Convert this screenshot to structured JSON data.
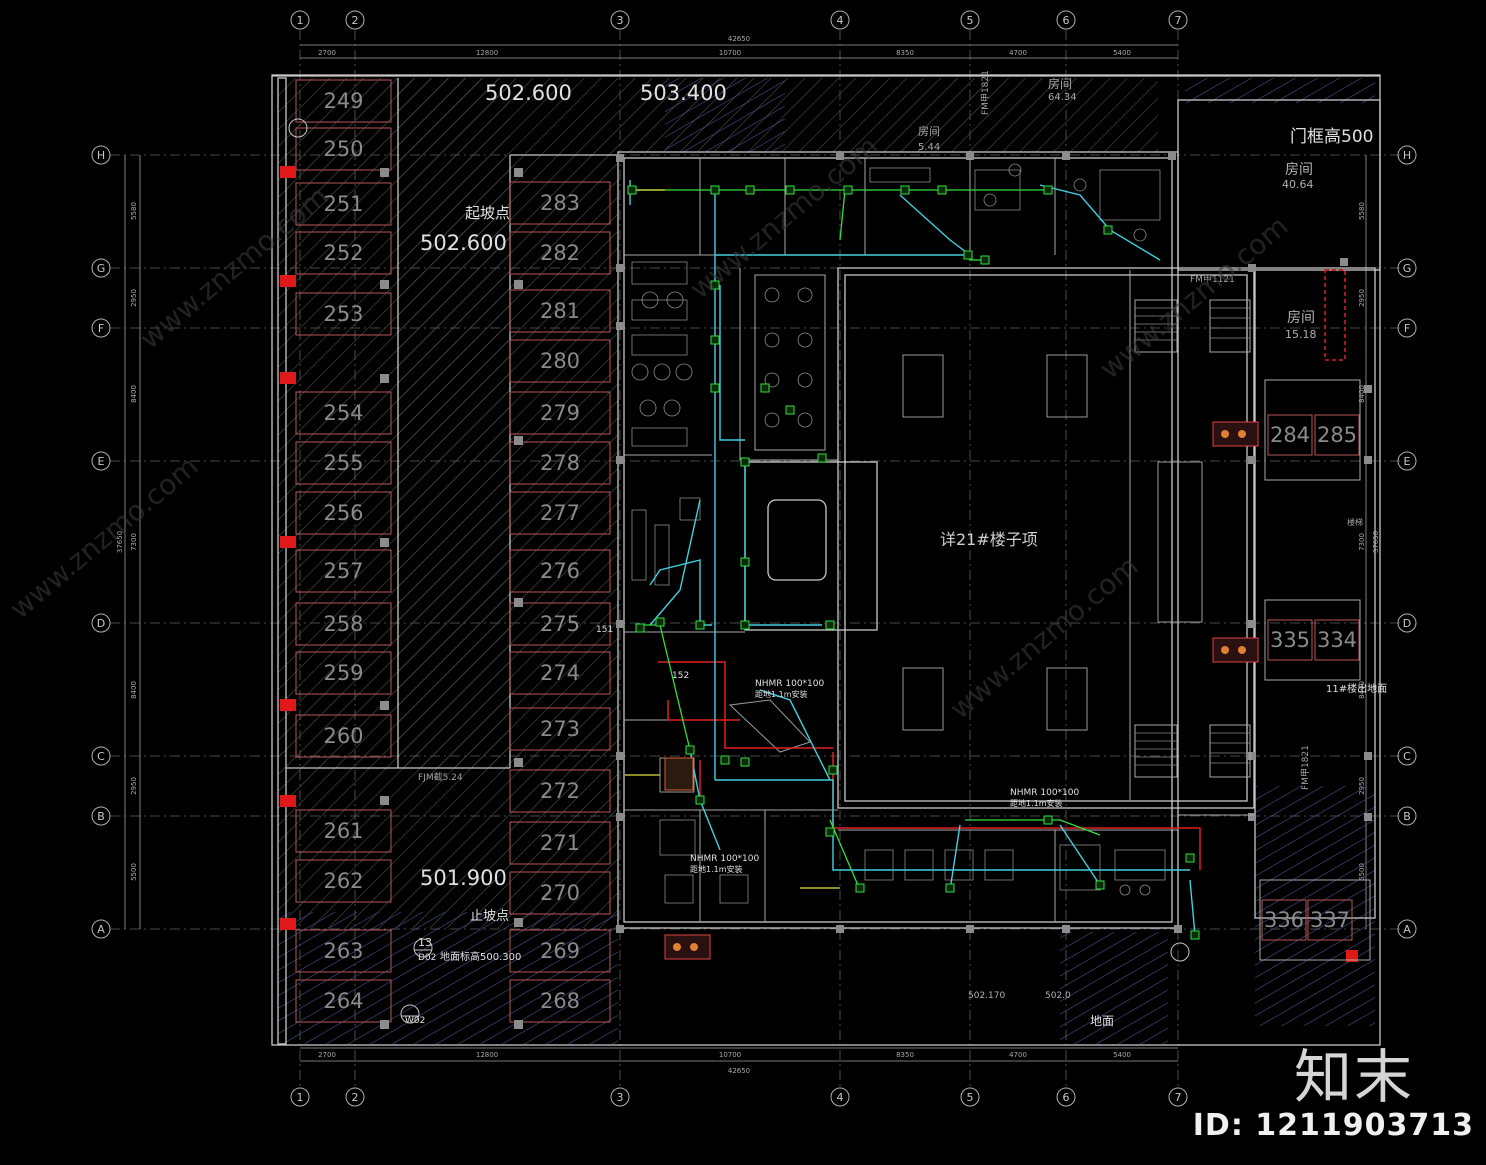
{
  "colors": {
    "background": "#000000",
    "wall": "#c8c8c8",
    "dim": "#a0a0a0",
    "parking_line": "#c06060",
    "hatch": "#5a5a5a",
    "hatch_blue": "#4a5a9a",
    "pipe_cyan": "#40d0e0",
    "pipe_red": "#e02020",
    "pipe_green": "#30e040",
    "pipe_yellow": "#e0e040",
    "label_white": "#e0e0e0"
  },
  "grid": {
    "top_axes": [
      "1",
      "2",
      "3",
      "4",
      "5",
      "6",
      "7"
    ],
    "left_axes": [
      "H",
      "G",
      "F",
      "E",
      "D",
      "C",
      "B",
      "A"
    ],
    "top_dims": [
      "2700",
      "12800",
      "10700",
      "8350",
      "4700",
      "5400"
    ],
    "top_total": "42650",
    "bottom_dims": [
      "2700",
      "12800",
      "10700",
      "8350",
      "4700",
      "5400"
    ],
    "bottom_total": "42650",
    "left_dims": [
      "5580",
      "2950",
      "8400",
      "7300",
      "8400",
      "2950",
      "5500"
    ],
    "left_total": "37650",
    "right_dims": [
      "5580",
      "2950",
      "8400",
      "7300",
      "8400",
      "2950",
      "5500"
    ]
  },
  "parking": {
    "left_col": [
      "249",
      "250",
      "251",
      "252",
      "253",
      "254",
      "255",
      "256",
      "257",
      "258",
      "259",
      "260",
      "261",
      "262",
      "263",
      "264"
    ],
    "mid_col": [
      "283",
      "282",
      "281",
      "280",
      "279",
      "278",
      "277",
      "276",
      "275",
      "274",
      "273",
      "272",
      "271",
      "270",
      "269",
      "268"
    ],
    "right_col": [
      "284",
      "285",
      "335",
      "334",
      "336",
      "337"
    ]
  },
  "labels": {
    "elev_top_left": "502.600",
    "elev_top_right": "503.400",
    "elev_start": "502.600",
    "start_point": "起坡点",
    "elev_bottom": "501.900",
    "end_point": "止坡点",
    "room_top": "房间",
    "room_top_area": "64.34",
    "room_top2": "房间",
    "room_top2_area": "5.44",
    "fm_top": "FM甲1821",
    "room_right_top": "房间",
    "room_right_top_area": "40.64",
    "room_right_mid": "房间",
    "room_right_mid_area": "15.18",
    "height_note": "门框高500",
    "fjm": "FJM截5.24",
    "center": "详21#楼子项",
    "cable1": "NHMR 100*100",
    "cable1_b": "距地1.1m安装",
    "cable2": "NHMR 100*100",
    "cable2_b": "距地1.1m安装",
    "cable3": "NHMR 100*100",
    "cable3_b": "距地1.1m安装",
    "dim_502_170": "502.170",
    "dim_502_0": "502.0",
    "note_13": "13",
    "note_d02": "D02",
    "note_elev": "地面标高500.300",
    "note_w02": "W02",
    "ground": "地面",
    "n151": "151",
    "n152": "152",
    "fm_right": "FM甲1821",
    "building_11": "11#楼出地面",
    "stair_right": "楼梯",
    "fm121": "FM甲1121"
  },
  "watermark": {
    "logo": "知末",
    "id": "ID: 1211903713",
    "site": "www.znzmo.com"
  }
}
